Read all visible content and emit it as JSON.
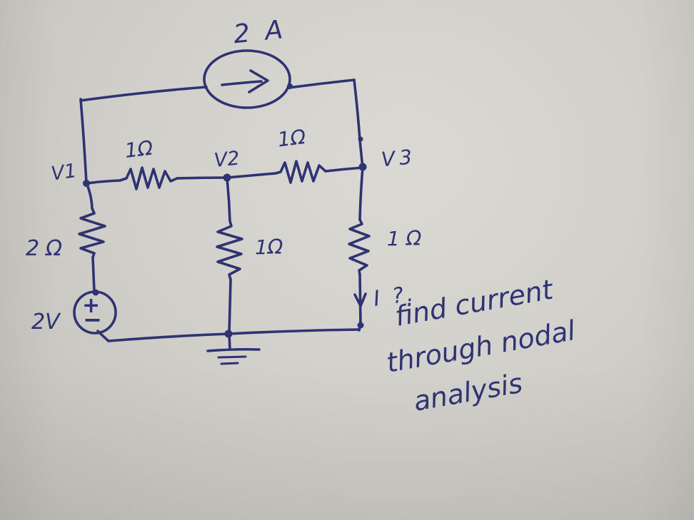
{
  "colors": {
    "ink": "#2f3273",
    "paper": "#d2d0cb"
  },
  "sources": {
    "current_source_label": "2 A",
    "voltage_source_label": "2V",
    "voltage_plus": "+",
    "voltage_minus": "−"
  },
  "nodes": {
    "v1": "V1",
    "v2": "V2",
    "v3": "V3"
  },
  "resistors": {
    "r12": "1Ω",
    "r23": "1Ω",
    "r1_ground": "2Ω",
    "r2_ground": "1Ω",
    "r3_ground": "1Ω"
  },
  "annotations": {
    "current_question": "I ?.",
    "task_line1": "find current",
    "task_line2": "through nodal",
    "task_line3": "analysis"
  }
}
